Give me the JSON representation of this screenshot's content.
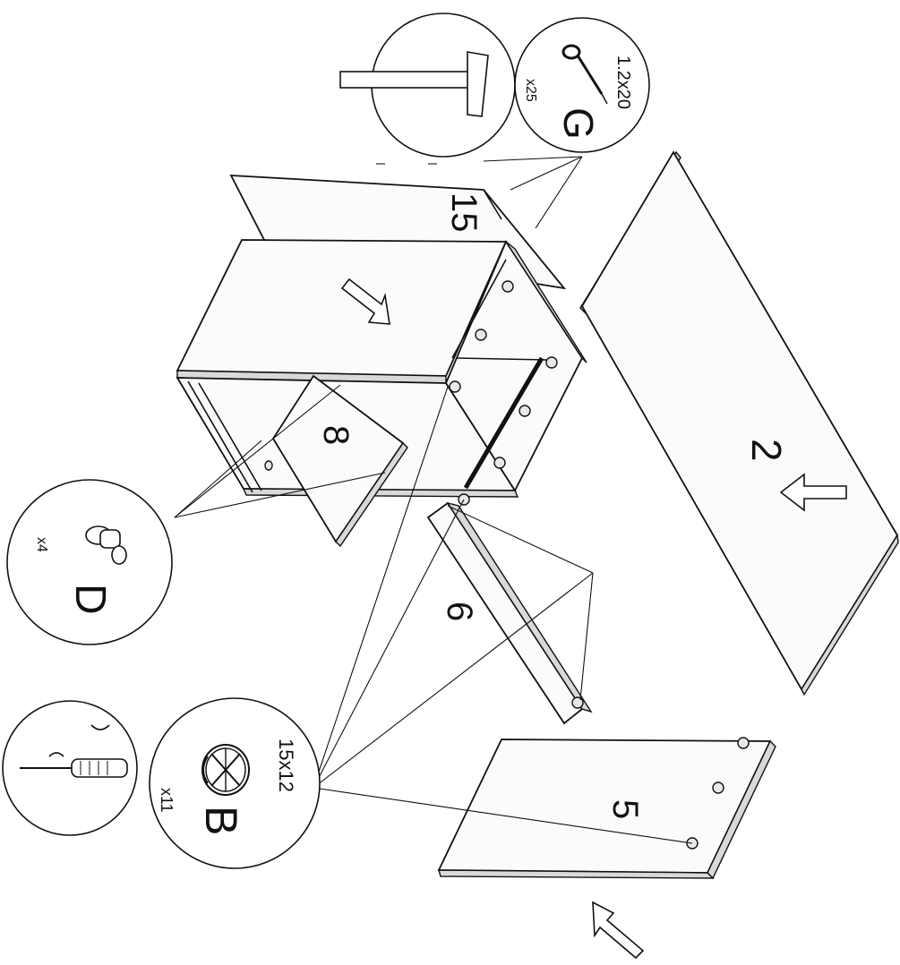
{
  "panels": {
    "p15": "15",
    "p2": "2",
    "p8": "8",
    "p6": "6",
    "p5": "5"
  },
  "fittings": {
    "G": {
      "letter": "G",
      "size": "1.2x20",
      "qty": "x25",
      "icon": "nail-icon",
      "tool": "hammer-icon"
    },
    "D": {
      "letter": "D",
      "qty": "x4",
      "icon": "dowel-pin-icon"
    },
    "B": {
      "letter": "B",
      "size": "15x12",
      "qty": "x11",
      "icon": "cam-lock-icon",
      "tool": "screwdriver-icon"
    }
  }
}
